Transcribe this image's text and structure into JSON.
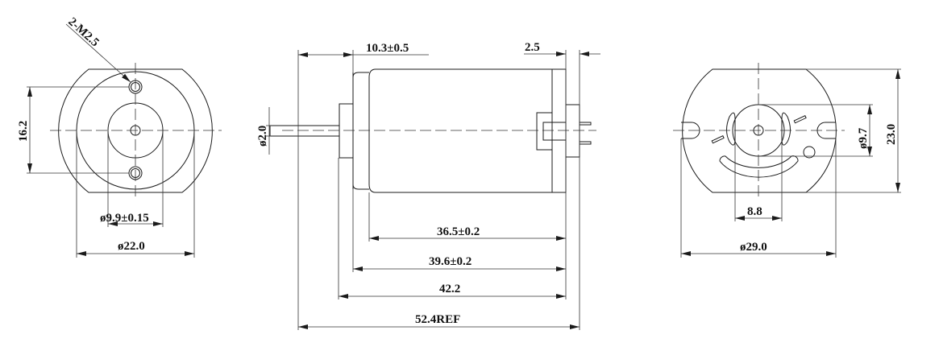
{
  "drawing": {
    "line_color": "#1a1a1a",
    "background": "#ffffff"
  },
  "front_view": {
    "thread_label": "2-M2.5",
    "hole_spacing": "16.2",
    "boss_diameter": "ø9.9±0.15",
    "body_diameter": "ø22.0"
  },
  "side_view": {
    "shaft_diameter": "ø2.0",
    "boss_length": "10.3±0.5",
    "terminal_length": "2.5",
    "can_length": "36.5±0.2",
    "body_length": "39.6±0.2",
    "body_with_boss": "42.2",
    "overall_length": "52.4REF"
  },
  "rear_view": {
    "bearing_diameter": "ø9.7",
    "flat_height": "23.0",
    "terminal_spacing": "8.8",
    "can_diameter": "ø29.0"
  }
}
